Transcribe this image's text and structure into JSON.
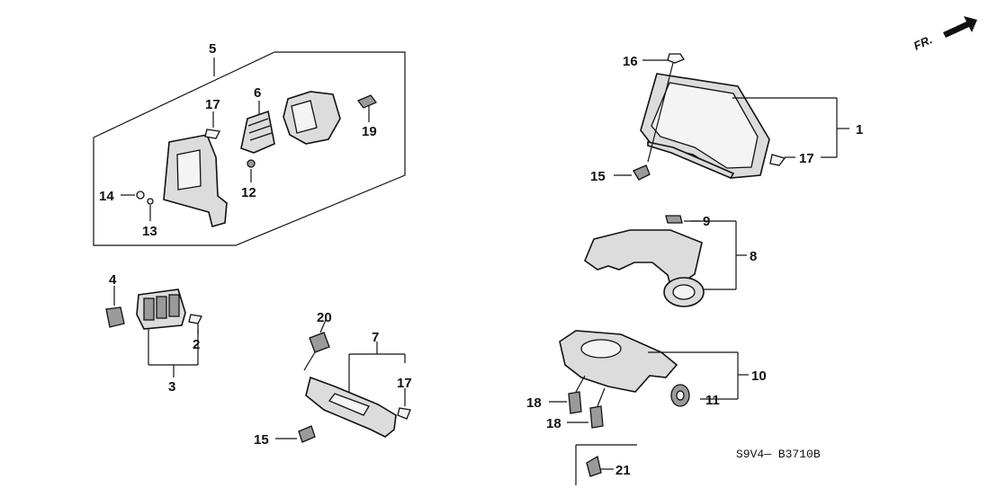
{
  "diagram": {
    "orientation_label": "FR.",
    "reference_code": "S9V4— B3710B"
  },
  "callouts": {
    "c1": "1",
    "c2": "2",
    "c3": "3",
    "c4": "4",
    "c5": "5",
    "c6": "6",
    "c7": "7",
    "c8": "8",
    "c9": "9",
    "c10": "10",
    "c11": "11",
    "c12": "12",
    "c13": "13",
    "c14": "14",
    "c15a": "15",
    "c15b": "15",
    "c16": "16",
    "c17a": "17",
    "c17b": "17",
    "c17c": "17",
    "c18a": "18",
    "c18b": "18",
    "c19": "19",
    "c20": "20",
    "c21": "21"
  }
}
